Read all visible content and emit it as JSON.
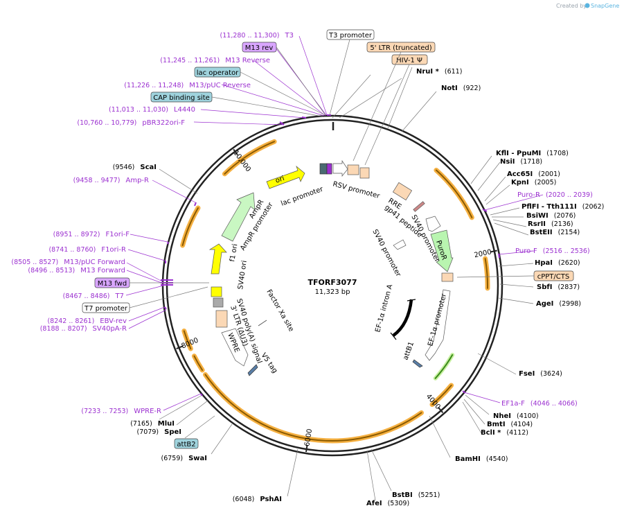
{
  "header": {
    "created_by": "Created by",
    "brand": "SnapGene"
  },
  "plasmid": {
    "name": "TFORF3077",
    "length": "11,323 bp"
  },
  "ticks": [
    {
      "label": "2000",
      "angle": 78
    },
    {
      "label": "4000",
      "angle": 139
    },
    {
      "label": "6000",
      "angle": 189
    },
    {
      "label": "8000",
      "angle": 248
    },
    {
      "label": "10,000",
      "angle": 324
    }
  ],
  "right_sites": [
    {
      "name": "NruI *",
      "pos": "(611)"
    },
    {
      "name": "NotI",
      "pos": "(922)"
    },
    {
      "name": "KflI - PpuMI",
      "pos": "(1708)"
    },
    {
      "name": "NsiI",
      "pos": "(1718)"
    },
    {
      "name": "Acc65I",
      "pos": "(2001)"
    },
    {
      "name": "KpnI",
      "pos": "(2005)"
    },
    {
      "name": "PflFI - Tth111I",
      "pos": "(2062)"
    },
    {
      "name": "BsiWI",
      "pos": "(2076)"
    },
    {
      "name": "RsrII",
      "pos": "(2136)"
    },
    {
      "name": "BstEII",
      "pos": "(2154)"
    },
    {
      "name": "HpaI",
      "pos": "(2620)"
    },
    {
      "name": "SbfI",
      "pos": "(2837)"
    },
    {
      "name": "AgeI",
      "pos": "(2998)"
    },
    {
      "name": "FseI",
      "pos": "(3624)"
    },
    {
      "name": "NheI",
      "pos": "(4100)"
    },
    {
      "name": "BmtI",
      "pos": "(4104)"
    },
    {
      "name": "BclI *",
      "pos": "(4112)"
    },
    {
      "name": "BamHI",
      "pos": "(4540)"
    },
    {
      "name": "BstBI",
      "pos": "(5251)"
    },
    {
      "name": "AfeI",
      "pos": "(5309)"
    }
  ],
  "left_sites": [
    {
      "name": "ScaI",
      "pos": "(9546)"
    },
    {
      "name": "MluI",
      "pos": "(7165)"
    },
    {
      "name": "SpeI",
      "pos": "(7079)"
    },
    {
      "name": "SwaI",
      "pos": "(6759)"
    },
    {
      "name": "PshAI",
      "pos": "(6048)"
    }
  ],
  "primers": [
    {
      "coords": "(11,280 .. 11,300)",
      "name": "T3"
    },
    {
      "coords": "(11,245 .. 11,261)",
      "name": "M13 Reverse"
    },
    {
      "coords": "(11,226 .. 11,248)",
      "name": "M13/pUC Reverse"
    },
    {
      "coords": "(11,013 .. 11,030)",
      "name": "L4440"
    },
    {
      "coords": "(10,760 .. 10,779)",
      "name": "pBR322ori-F"
    },
    {
      "coords": "(9458 .. 9477)",
      "name": "Amp-R"
    },
    {
      "coords": "(8951 .. 8972)",
      "name": "F1ori-F"
    },
    {
      "coords": "(8741 .. 8760)",
      "name": "F1ori-R"
    },
    {
      "coords": "(8505 .. 8527)",
      "name": "M13/pUC Forward"
    },
    {
      "coords": "(8496 .. 8513)",
      "name": "M13 Forward"
    },
    {
      "coords": "(8467 .. 8486)",
      "name": "T7"
    },
    {
      "coords": "(8242 .. 8261)",
      "name": "EBV-rev"
    },
    {
      "coords": "(8188 .. 8207)",
      "name": "SV40pA-R"
    },
    {
      "coords": "(7233 .. 7253)",
      "name": "WPRE-R"
    },
    {
      "coords": "(2020 .. 2039)",
      "name": "Puro-R"
    },
    {
      "coords": "(2516 .. 2536)",
      "name": "Puro-F"
    },
    {
      "coords": "(4046 .. 4066)",
      "name": "EF1a-F"
    }
  ],
  "boxed_labels": {
    "m13_rev": "M13 rev",
    "lac_operator": "lac operator",
    "cap_binding_site": "CAP binding site",
    "t3_promoter": "T3 promoter",
    "ltr5": "5' LTR (truncated)",
    "hiv_psi": "HIV-1 Ψ",
    "cppt": "cPPT/CTS",
    "m13_fwd": "M13 fwd",
    "t7_promoter": "T7 promoter",
    "attb2": "attB2"
  },
  "inner_labels": {
    "ori": "ori",
    "lac_promoter": "lac promoter",
    "rsv_promoter": "RSV promoter",
    "rre": "RRE",
    "gp41": "gp41 peptide",
    "sv40_promoter_a": "SV40 promoter",
    "sv40_promoter_b": "SV40 promoter",
    "puror": "PuroR",
    "ef1a_promoter": "EF-1α promoter",
    "ef1a_intron": "EF-1α intron A",
    "attb1": "attB1",
    "ampr": "AmpR",
    "ampr_promoter": "AmpR promoter",
    "f1_ori": "f1 ori",
    "sv40_ori": "SV40 ori",
    "sv40_polya": "SV40 poly(A) signal",
    "ltr3": "3' LTR (ΔU3)",
    "wpre": "WPRE",
    "v5_tag": "V5 tag",
    "factor_xa": "Factor Xa site"
  },
  "colors": {
    "backbone": "#222222",
    "primer": "#9b30d0",
    "orf": "#f5b041",
    "ori_yellow": "#ffff00",
    "ltr_peach": "#fbd8b5",
    "green_feature": "#b9f5b0",
    "teal_box": "#9fd3dd",
    "purple_box": "#d9a6ff"
  }
}
